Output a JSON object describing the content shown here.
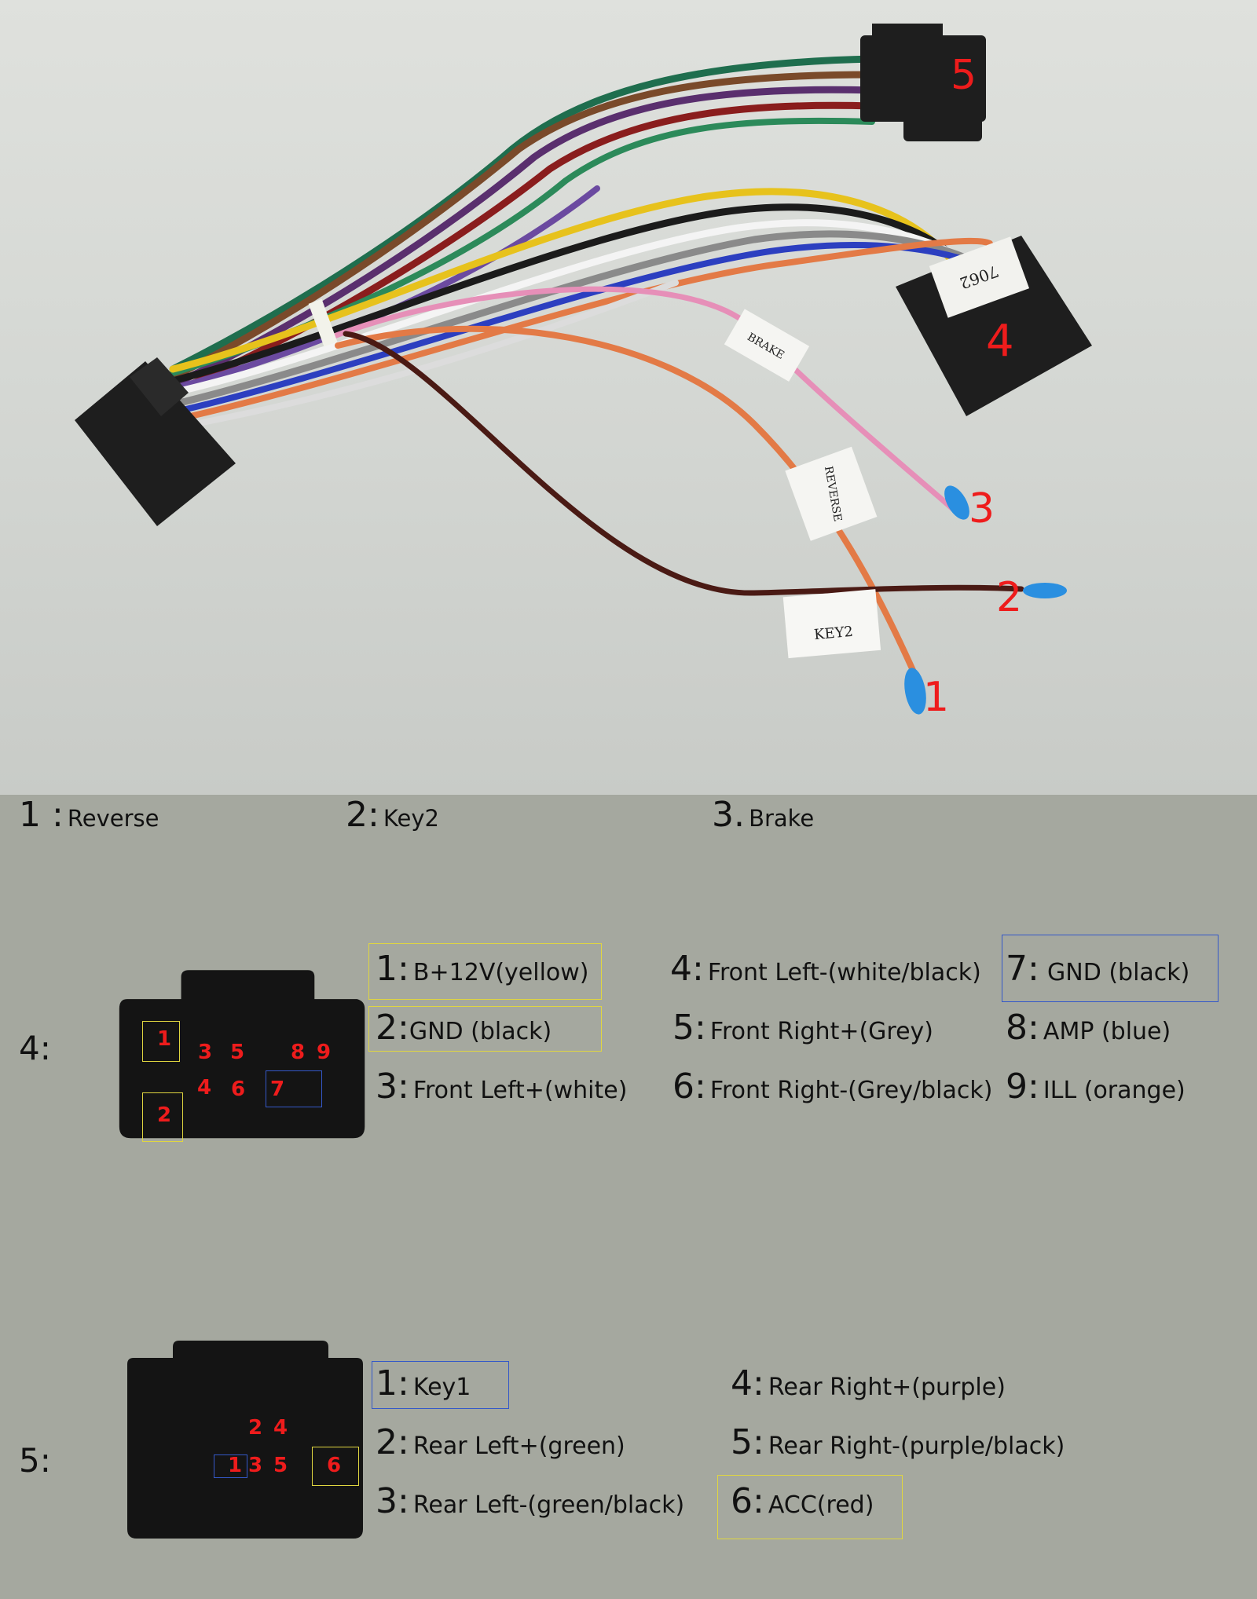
{
  "photo": {
    "tags": {
      "brake": "BRAKE",
      "reverse": "REVERSE",
      "key2": "KEY2",
      "part": "7062"
    },
    "callouts": [
      "1",
      "2",
      "3",
      "4",
      "5"
    ]
  },
  "wires": [
    {
      "num": "1 :",
      "label": "Reverse"
    },
    {
      "num": "2:",
      "label": "Key2"
    },
    {
      "num": "3.",
      "label": "Brake"
    }
  ],
  "connector4": {
    "label": "4:",
    "pins": [
      {
        "num": "1:",
        "label": "B+12V(yellow)"
      },
      {
        "num": "2:",
        "label": "GND (black)"
      },
      {
        "num": "3:",
        "label": "Front Left+(white)"
      },
      {
        "num": "4:",
        "label": "Front Left-(white/black)"
      },
      {
        "num": "5:",
        "label": "Front Right+(Grey)"
      },
      {
        "num": "6:",
        "label": "Front Right-(Grey/black)"
      },
      {
        "num": "7:",
        "label": "GND (black)"
      },
      {
        "num": "8:",
        "label": "AMP (blue)"
      },
      {
        "num": "9:",
        "label": "ILL (orange)"
      }
    ],
    "pin_marks": [
      "1",
      "2",
      "3",
      "4",
      "5",
      "6",
      "7",
      "8",
      "9"
    ]
  },
  "connector5": {
    "label": "5:",
    "pins": [
      {
        "num": "1:",
        "label": "Key1"
      },
      {
        "num": "2:",
        "label": "Rear Left+(green)"
      },
      {
        "num": "3:",
        "label": "Rear Left-(green/black)"
      },
      {
        "num": "4:",
        "label": "Rear Right+(purple)"
      },
      {
        "num": "5:",
        "label": "Rear Right-(purple/black)"
      },
      {
        "num": "6:",
        "label": "ACC(red)"
      }
    ],
    "pin_marks": [
      "1",
      "2",
      "3",
      "4",
      "5",
      "6"
    ]
  },
  "colors": {
    "callout": "#ee1c1c",
    "highlight_yellow": "#e0d640",
    "highlight_blue": "#3458c8"
  }
}
